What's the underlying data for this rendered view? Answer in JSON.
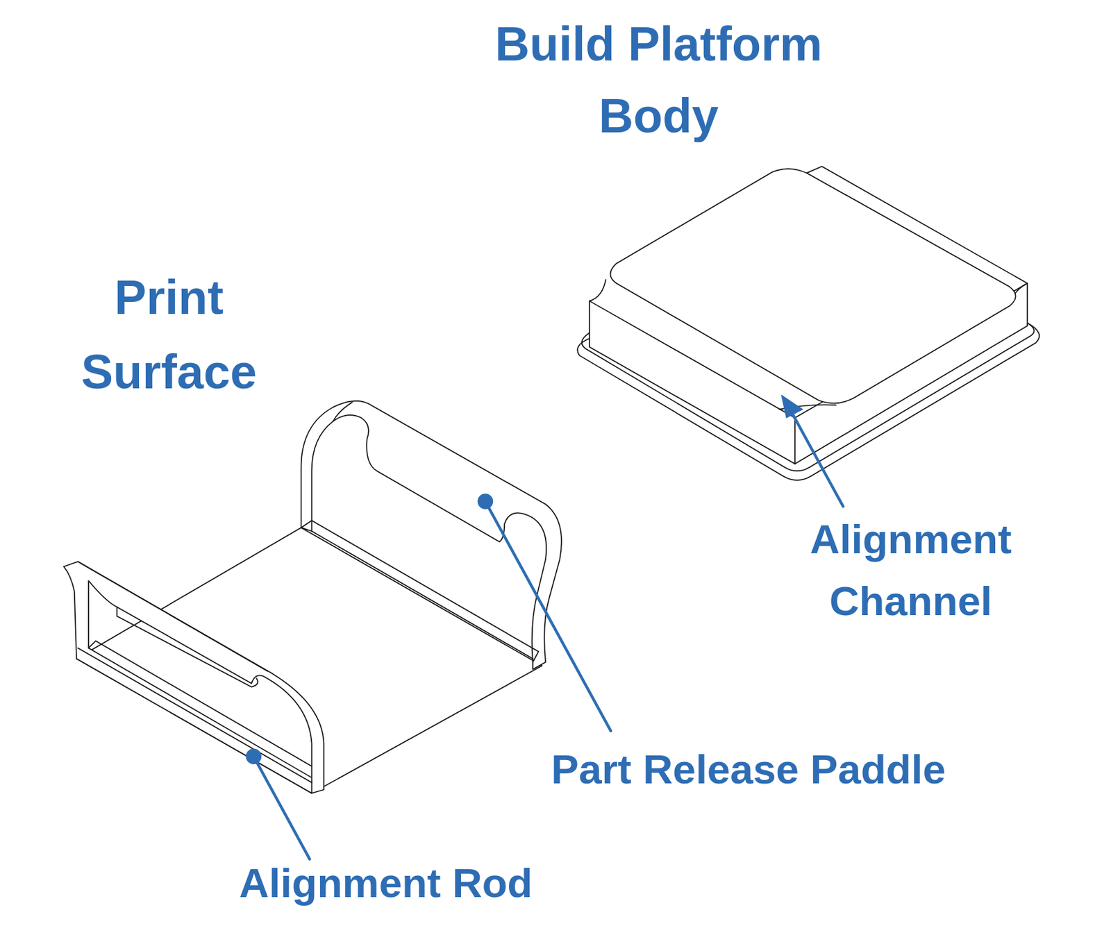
{
  "diagram": {
    "labels": [
      "Build Platform Body",
      "Print Surface",
      "Alignment Channel",
      "Part Release Paddle",
      "Alignment Rod"
    ]
  }
}
